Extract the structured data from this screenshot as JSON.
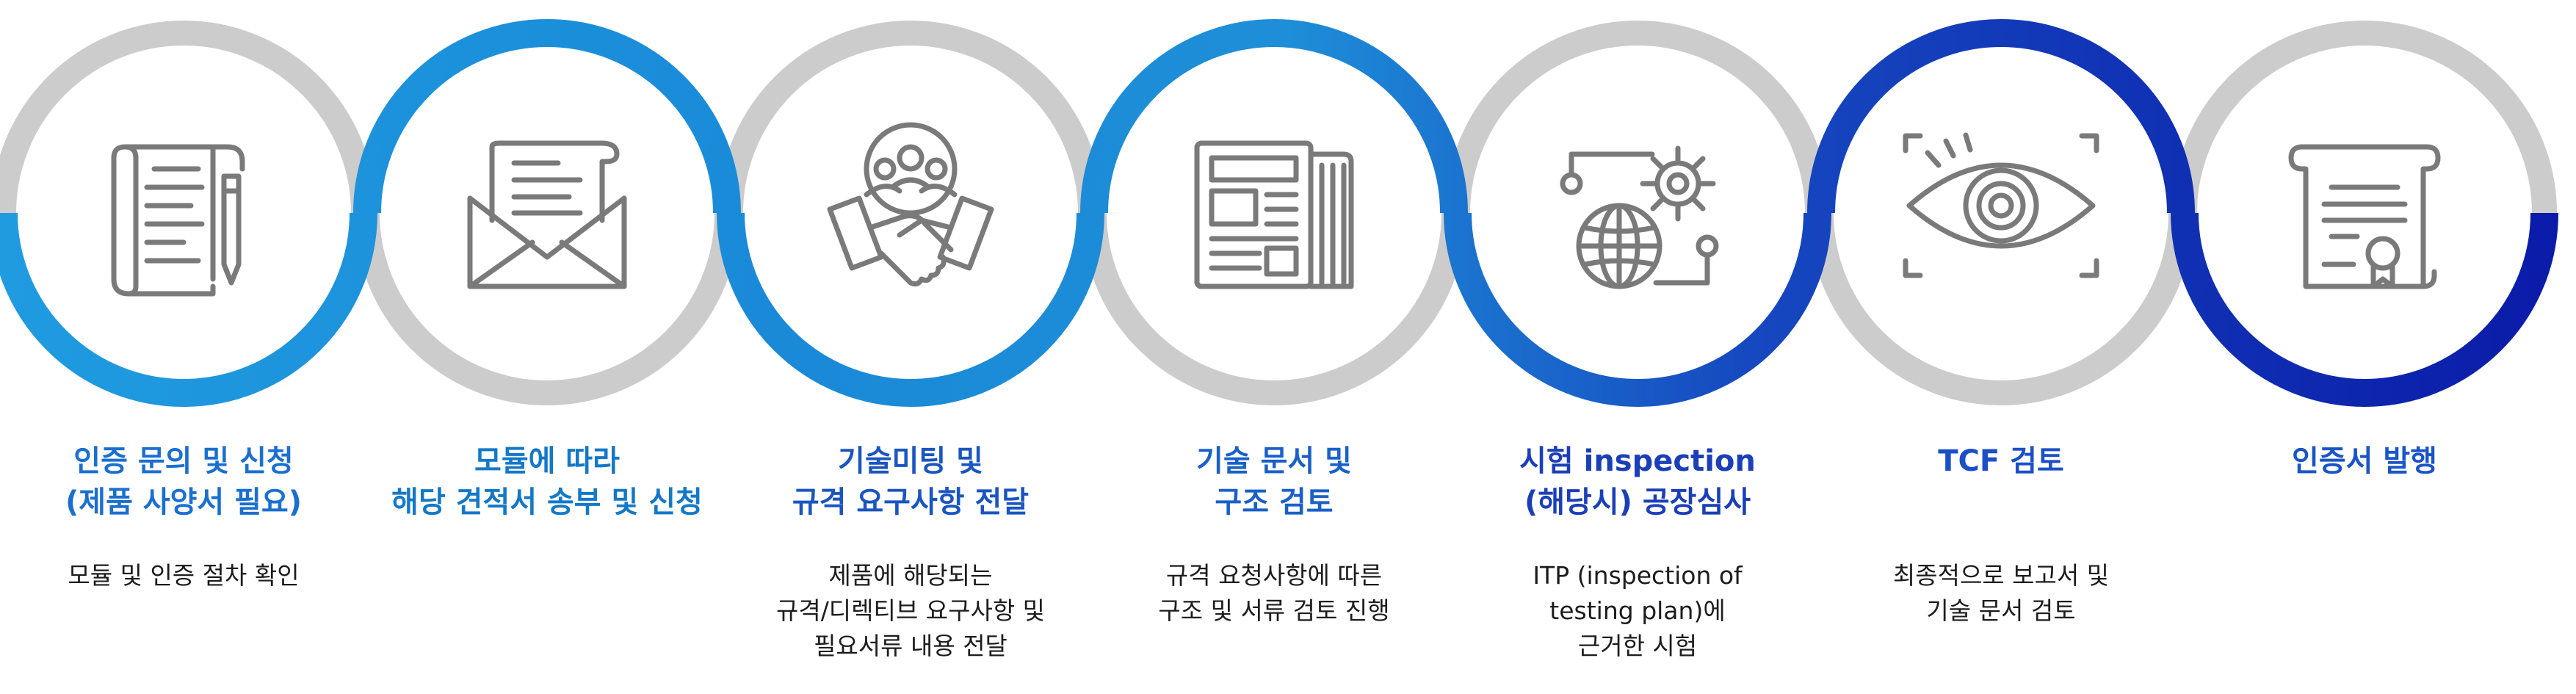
{
  "colors": {
    "gray_ring": "#cccccc",
    "icon": "#7a7a7a",
    "blue_light": "#1f9be0",
    "blue_mid": "#1478c8",
    "blue_dark": "#1a3fb8",
    "blue_deep": "#0a1aa8"
  },
  "steps": [
    {
      "title": "인증 문의 및 신청\n(제품 사양서 필요)",
      "desc": "모듈 및 인증 절차 확인",
      "icon": "document-pen-icon",
      "title_color": "#1a6fd0"
    },
    {
      "title": "모듈에 따라\n해당 견적서 송부 및 신청",
      "desc": "",
      "icon": "envelope-letter-icon",
      "title_color": "#1478c8"
    },
    {
      "title": "기술미팅 및\n규격 요구사항 전달",
      "desc": "제품에 해당되는\n규격/디렉티브 요구사항 및\n필요서류 내용 전달",
      "icon": "handshake-team-icon",
      "title_color": "#1a55c0"
    },
    {
      "title": "기술 문서 및\n구조 검토",
      "desc": "규격 요청사항에 따른\n구조 및 서류 검토 진행",
      "icon": "newspaper-icon",
      "title_color": "#1a60c8"
    },
    {
      "title": "시험 inspection\n(해당시) 공장심사",
      "desc": "ITP (inspection of\ntesting plan)에\n근거한 시험",
      "icon": "globe-gear-icon",
      "title_color": "#1a3fb8"
    },
    {
      "title": "TCF 검토",
      "desc": "최종적으로 보고서 및\n기술 문서 검토",
      "icon": "eye-scan-icon",
      "title_color": "#1a4fc8"
    },
    {
      "title": "인증서 발행",
      "desc": "",
      "icon": "certificate-scroll-icon",
      "title_color": "#1a55c8"
    }
  ]
}
